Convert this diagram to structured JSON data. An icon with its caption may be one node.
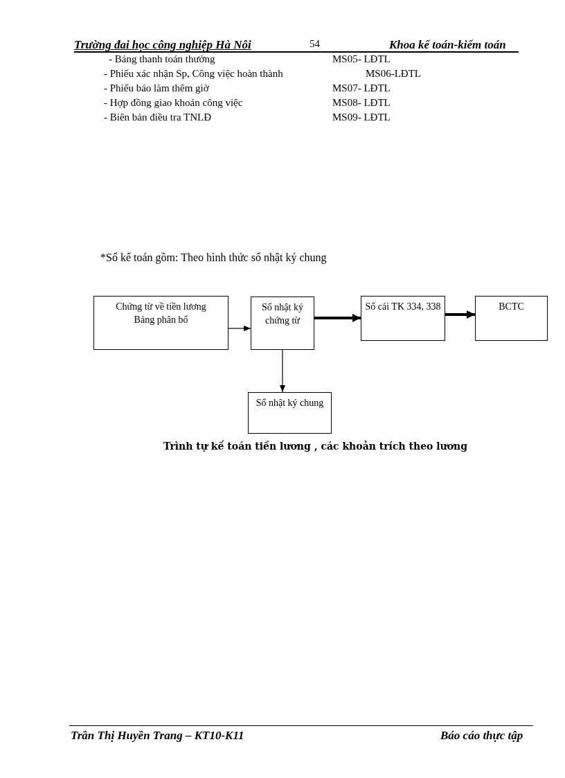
{
  "diagram": {
    "caption": "Trình tự kế toán tiền lương , các khoản trích theo lương",
    "nodes": [
      {
        "text": [
          "Chứng từ về tiền lương",
          "Bảng phân bổ"
        ]
      },
      {
        "text": [
          "Sổ nhật ký chứng từ"
        ]
      },
      {
        "text": [
          "Sổ cái TK 334, 338"
        ]
      },
      {
        "text": [
          "BCTC"
        ]
      },
      {
        "text": [
          "Sổ nhật ký chung"
        ]
      }
    ],
    "edges": [
      {
        "from": 0,
        "to": 1,
        "arrow": "to"
      },
      {
        "from": 1,
        "to": 2,
        "arrow": "to",
        "style": "thick"
      },
      {
        "from": 2,
        "to": 3,
        "arrow": "to",
        "style": "thick"
      },
      {
        "from": 1,
        "to": 4,
        "arrow": "to"
      }
    ],
    "labels": [
      "Trường đai học công nghiệp Hà Nôi",
      "54",
      "Khoa kế toán-kiểm toán",
      "- Bảng thanh toán thưởng",
      "MS05- LĐTL",
      "- Phiếu xác nhận Sp, Công việc hoàn thành",
      "MS06-LĐTL",
      "- Phiếu báo làm thêm giờ",
      "MS07- LĐTL",
      "- Hợp đồng giao khoán công việc",
      "MS08- LĐTL",
      "- Biên bản điều tra TNLĐ",
      "MS09- LĐTL",
      "*Sổ kế toán gồm: Theo hình thức sổ nhật ký chung",
      "Trần Thị Huyền Trang – KT10-K11",
      "Báo cáo thực tập"
    ]
  }
}
